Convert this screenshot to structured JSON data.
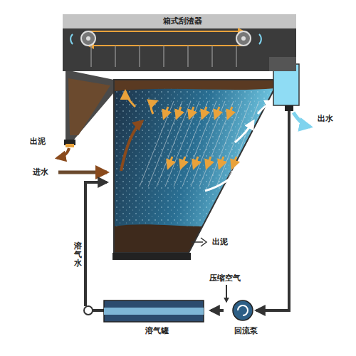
{
  "diagram": {
    "nodes": [
      {
        "text": [
          "箱式刮渣器"
        ]
      },
      {
        "text": [
          "溶气罐"
        ]
      },
      {
        "text": [
          "回流泵"
        ]
      }
    ],
    "edges": [
      {
        "from": 2,
        "to": 1,
        "arrow": "to"
      }
    ],
    "labels": [
      "出泥",
      "进水",
      "出水",
      "出泥",
      "溶气水",
      "压缩空气"
    ]
  }
}
